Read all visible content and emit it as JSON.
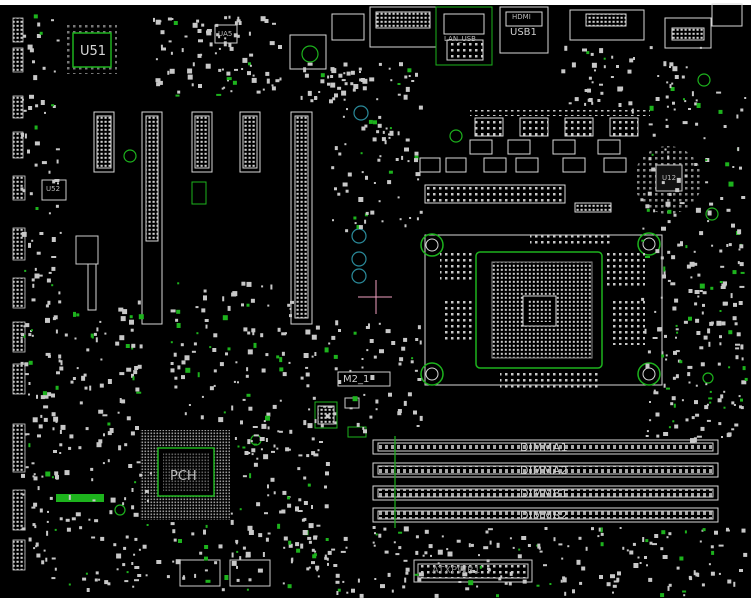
{
  "board": {
    "background": "#000000",
    "silk_color": "#d8d8d8",
    "copper_color": "#1db31d",
    "labels": {
      "u51": "U51",
      "u52": "U52",
      "ua5": "UA5",
      "pch": "PCH",
      "m2": "M2_1",
      "dimm_a1": "DIMMA1",
      "dimm_a2": "DIMMA2",
      "dimm_b1": "DIMMB1",
      "dimm_b2": "DIMMB2",
      "usb1": "USB1",
      "hdmi": "HDMI",
      "lan": "LAN_USB",
      "u12": "U12",
      "atx": "ATXPWR1"
    }
  }
}
